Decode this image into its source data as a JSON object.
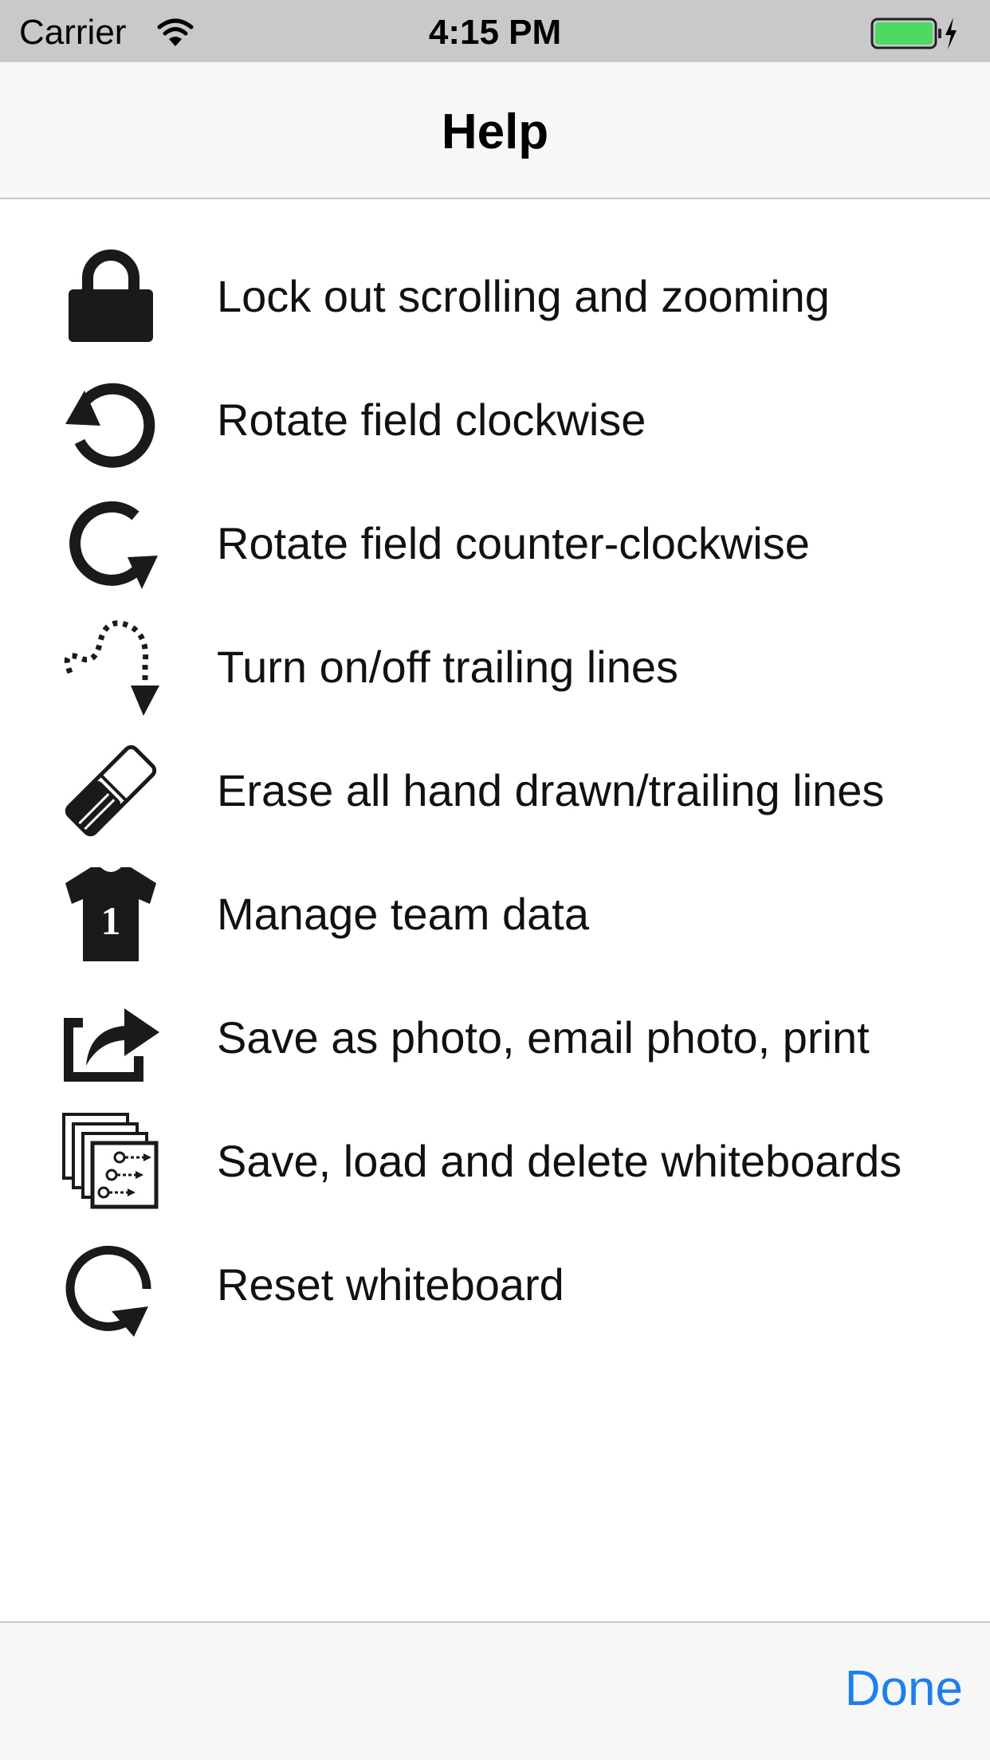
{
  "status_bar": {
    "carrier": "Carrier",
    "time": "4:15 PM",
    "icons": [
      "wifi-icon",
      "battery-icon",
      "charging-bolt-icon"
    ],
    "battery_color": "#4cd964"
  },
  "nav": {
    "title": "Help"
  },
  "help_items": [
    {
      "icon": "lock-icon",
      "label": "Lock out scrolling and zooming"
    },
    {
      "icon": "rotate-clockwise-icon",
      "label": "Rotate field clockwise"
    },
    {
      "icon": "rotate-counter-clockwise-icon",
      "label": "Rotate field counter-clockwise"
    },
    {
      "icon": "trailing-lines-icon",
      "label": "Turn on/off trailing lines"
    },
    {
      "icon": "eraser-icon",
      "label": "Erase all hand drawn/trailing lines"
    },
    {
      "icon": "jersey-icon",
      "label": "Manage team data",
      "jersey_number": "1"
    },
    {
      "icon": "share-icon",
      "label": "Save as photo, email photo, print"
    },
    {
      "icon": "whiteboards-icon",
      "label": "Save, load and delete whiteboards"
    },
    {
      "icon": "reset-icon",
      "label": "Reset whiteboard"
    }
  ],
  "toolbar": {
    "done_label": "Done",
    "accent_color": "#1a7ef4"
  }
}
